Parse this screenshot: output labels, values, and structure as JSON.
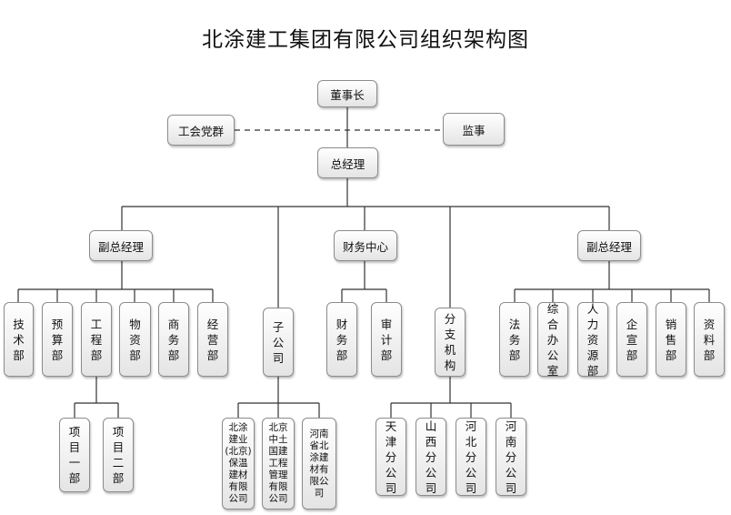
{
  "title": "北涂建工集团有限公司组织架构图",
  "top": {
    "chairman": "董事长",
    "party": "工会党群",
    "supervisor": "监事",
    "gm": "总经理"
  },
  "mid": {
    "vp_left": "副总经理",
    "finance_center": "财务中心",
    "vp_right": "副总经理"
  },
  "depts": {
    "tech": "技术部",
    "budget": "预算部",
    "engineering": "工程部",
    "materials": "物资部",
    "business": "商务部",
    "operations": "经营部",
    "subsidiary": "子公司",
    "finance": "财务部",
    "audit": "审计部",
    "branch": "分支机构",
    "legal": "法务部",
    "general_office": "综合办公室",
    "hr": "人力资源部",
    "publicity": "企宣部",
    "sales": "销售部",
    "archives": "资料部"
  },
  "projects": {
    "p1": "项目一部",
    "p2": "项目二部"
  },
  "subsidiaries": {
    "s1": "北涂建业(北京)保温建材有限公司",
    "s2": "北京中土国建工程管理有限公司",
    "s3": "河南省北涂建材有限公司"
  },
  "branches": {
    "b1": "天津分公司",
    "b2": "山西分公司",
    "b3": "河北分公司",
    "b4": "河南分公司"
  }
}
